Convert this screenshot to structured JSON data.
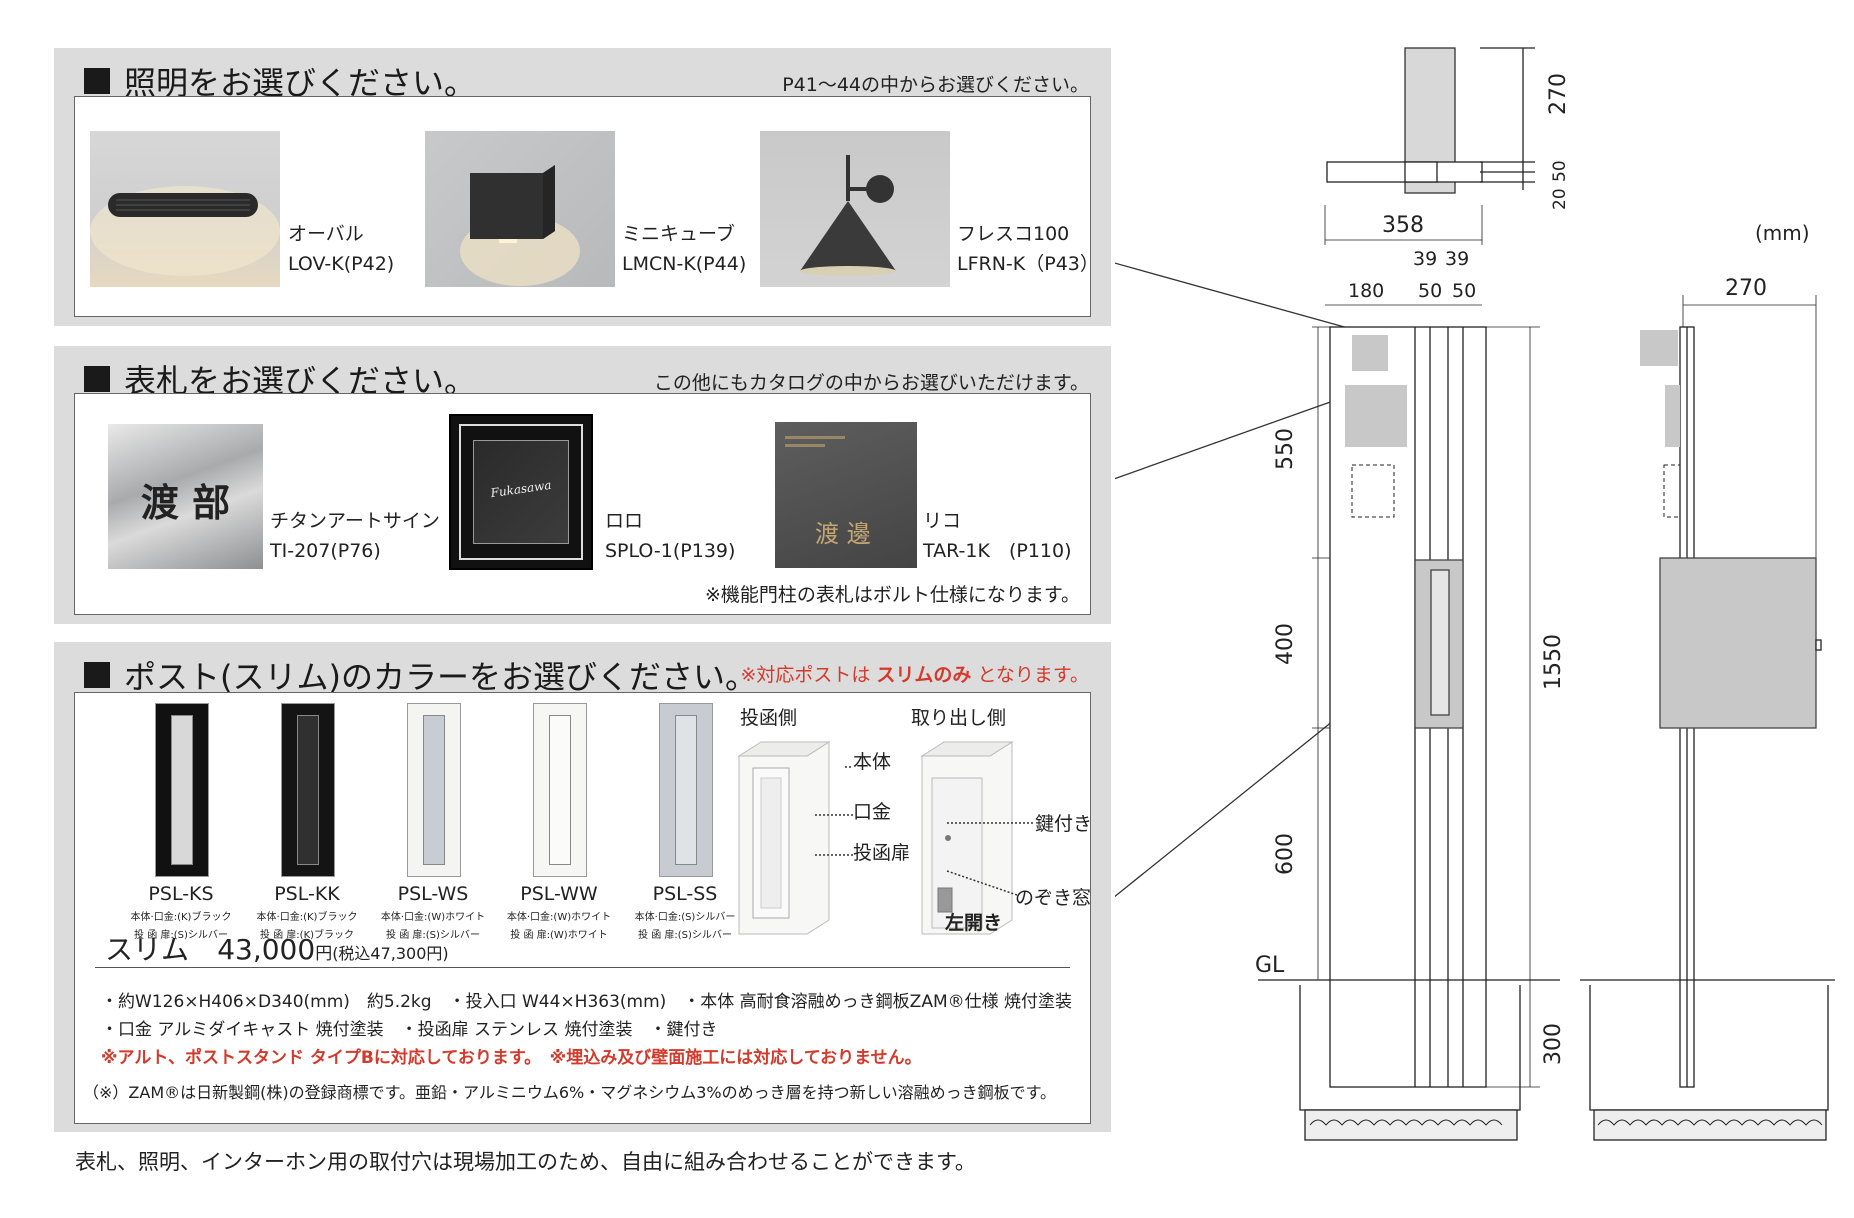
{
  "lighting": {
    "title": "照明をお選びください。",
    "note": "P41～44の中からお選びください。",
    "items": [
      {
        "name": "オーバル",
        "code": "LOV-K(P42)"
      },
      {
        "name": "ミニキューブ",
        "code": "LMCN-K(P44)"
      },
      {
        "name": "フレスコ100",
        "code": "LFRN-K（P43）"
      }
    ]
  },
  "nameplate": {
    "title": "表札をお選びください。",
    "note": "この他にもカタログの中からお選びいただけます。",
    "footnote": "※機能門柱の表札はボルト仕様になります。",
    "items": [
      {
        "name": "チタンアートサイン",
        "code": "TI-207(P76)",
        "plate_text": "渡 部"
      },
      {
        "name": "ロロ",
        "code": "SPLO-1(P139)",
        "plate_text": "Fukasawa"
      },
      {
        "name": "リコ",
        "code": "TAR-1K　(P110)",
        "plate_text": "渡 邊"
      }
    ]
  },
  "post": {
    "title": "ポスト(スリム)のカラーをお選びください。",
    "note_prefix": "※対応ポストは",
    "note_bold": "スリムのみ",
    "note_suffix": "となります。",
    "colors": [
      {
        "code": "PSL-KS",
        "body": "本体·口金:(K)ブラック",
        "door": "投 函 扉:(S)シルバー",
        "frame": "#111111",
        "slot": "#d8d8d8"
      },
      {
        "code": "PSL-KK",
        "body": "本体·口金:(K)ブラック",
        "door": "投 函 扉:(K)ブラック",
        "frame": "#141414",
        "slot": "#303030"
      },
      {
        "code": "PSL-WS",
        "body": "本体·口金:(W)ホワイト",
        "door": "投 函 扉:(S)シルバー",
        "frame": "#f4f4f2",
        "slot": "#c8cdd4"
      },
      {
        "code": "PSL-WW",
        "body": "本体·口金:(W)ホワイト",
        "door": "投 函 扉:(W)ホワイト",
        "frame": "#f6f6f4",
        "slot": "#fbfbfa"
      },
      {
        "code": "PSL-SS",
        "body": "本体·口金:(S)シルバー",
        "door": "投 函 扉:(S)シルバー",
        "frame": "#c8ccd2",
        "slot": "#dfe2e6"
      }
    ],
    "side_front": "投函側",
    "side_back": "取り出し側",
    "labels": [
      "本体",
      "口金",
      "投函扉",
      "鍵付き",
      "のぞき窓",
      "左開き"
    ],
    "model": "スリム",
    "price": "43,000",
    "price_unit": "円",
    "price_tax": "(税込47,300円)",
    "spec1": "・約W126×H406×D340(mm)　約5.2kg　・投入口 W44×H363(mm)　・本体 高耐食溶融めっき鋼板ZAM®仕様 焼付塗装",
    "spec2": "・口金 アルミダイキャスト 焼付塗装　・投函扉 ステンレス 焼付塗装　・鍵付き",
    "spec3": "※アルト、ポストスタンド タイプBに対応しております。　※埋込み及び壁面施工には対応しておりません。",
    "spec4": "（※）ZAM®は日新製鋼(株)の登録商標です。亜鉛・アルミニウム6%・マグネシウム3%のめっき層を持つ新しい溶融めっき鋼板です。"
  },
  "bottom_note": "表札、照明、インターホン用の取付穴は現場加工のため、自由に組み合わせることができます。",
  "drawing": {
    "unit": "(mm)",
    "dims": {
      "top_h": "270",
      "top_a": "50",
      "top_b": "20",
      "width": "358",
      "w180": "180",
      "w50a": "50",
      "w50b": "50",
      "w39a": "39",
      "w39b": "39",
      "h550": "550",
      "h400": "400",
      "h600": "600",
      "h1550": "1550",
      "h300": "300",
      "side_w": "270",
      "gl": "GL"
    }
  }
}
